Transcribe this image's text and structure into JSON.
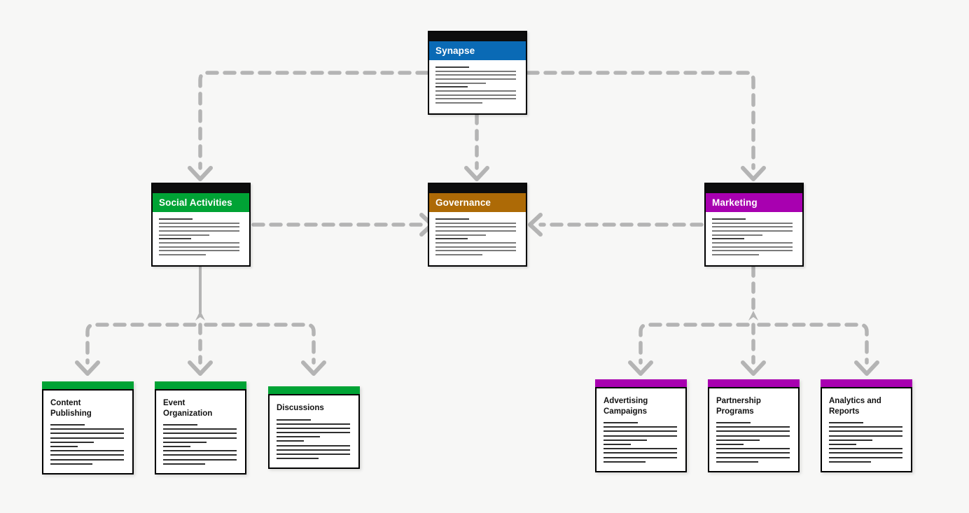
{
  "diagram": {
    "title": "Synapse platform architecture diagram",
    "background_color": "#f7f7f6",
    "edge_color": "#b4b4b4",
    "colors": {
      "synapse": "#0a6ab5",
      "social": "#00a335",
      "governance": "#ad6a06",
      "marketing": "#a800b0",
      "strip": "#0d0d0d",
      "border": "#000000"
    }
  },
  "nodes": {
    "root": {
      "label": "Synapse",
      "header_color": "#0a6ab5",
      "kind": "root-card"
    },
    "level2": [
      {
        "id": "social-activities",
        "label": "Social Activities",
        "header_color": "#00a335",
        "kind": "branch-card"
      },
      {
        "id": "governance",
        "label": "Governance",
        "header_color": "#ad6a06",
        "kind": "branch-card"
      },
      {
        "id": "marketing",
        "label": "Marketing",
        "header_color": "#a800b0",
        "kind": "branch-card"
      }
    ],
    "leaves_left": [
      {
        "id": "content-publishing",
        "label": "Content\nPublishing",
        "bar_color": "#00a335",
        "parent": "social-activities"
      },
      {
        "id": "event-organization",
        "label": "Event\nOrganization",
        "bar_color": "#00a335",
        "parent": "social-activities"
      },
      {
        "id": "discussions",
        "label": "Discussions",
        "bar_color": "#00a335",
        "parent": "social-activities"
      }
    ],
    "leaves_right": [
      {
        "id": "advertising-campaigns",
        "label": "Advertising\nCampaigns",
        "bar_color": "#a800b0",
        "parent": "marketing"
      },
      {
        "id": "partnership-programs",
        "label": "Partnership\nPrograms",
        "bar_color": "#a800b0",
        "parent": "marketing"
      },
      {
        "id": "analytics-and-reports",
        "label": "Analytics and\nReports",
        "bar_color": "#a800b0",
        "parent": "marketing"
      }
    ]
  },
  "edges": [
    {
      "from": "root",
      "to": "social-activities",
      "style": "dashed",
      "arrow": "down"
    },
    {
      "from": "root",
      "to": "governance",
      "style": "dashed",
      "arrow": "down"
    },
    {
      "from": "root",
      "to": "marketing",
      "style": "dashed",
      "arrow": "down"
    },
    {
      "from": "social-activities",
      "to": "governance",
      "style": "dashed",
      "arrow": "right"
    },
    {
      "from": "marketing",
      "to": "governance",
      "style": "dashed",
      "arrow": "left"
    },
    {
      "from": "social-activities",
      "to": "content-publishing",
      "style": "dashed",
      "arrow": "down"
    },
    {
      "from": "social-activities",
      "to": "event-organization",
      "style": "dashed",
      "arrow": "down"
    },
    {
      "from": "social-activities",
      "to": "discussions",
      "style": "dashed",
      "arrow": "down"
    },
    {
      "from": "marketing",
      "to": "advertising-campaigns",
      "style": "dashed",
      "arrow": "down"
    },
    {
      "from": "marketing",
      "to": "partnership-programs",
      "style": "dashed",
      "arrow": "down"
    },
    {
      "from": "marketing",
      "to": "analytics-and-reports",
      "style": "dashed",
      "arrow": "down"
    }
  ]
}
